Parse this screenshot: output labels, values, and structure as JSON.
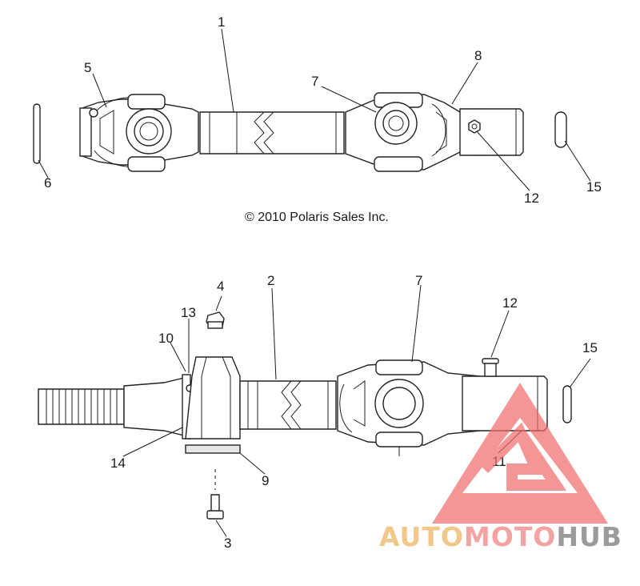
{
  "copyright": "© 2010 Polaris Sales Inc.",
  "callouts": {
    "c1": "1",
    "c2": "2",
    "c3": "3",
    "c4": "4",
    "c5": "5",
    "c6": "6",
    "c7a": "7",
    "c7b": "7",
    "c8": "8",
    "c9": "9",
    "c10": "10",
    "c11": "11",
    "c12a": "12",
    "c12b": "12",
    "c13": "13",
    "c14": "14",
    "c15a": "15",
    "c15b": "15"
  },
  "watermark": {
    "part1": "AUTO",
    "part2": "MOTO",
    "part3": "HUB",
    "color1": "#f2c88a",
    "color2": "#f4a3a3",
    "color3": "#9b9b9b",
    "triangle_color": "#f26b6b"
  }
}
